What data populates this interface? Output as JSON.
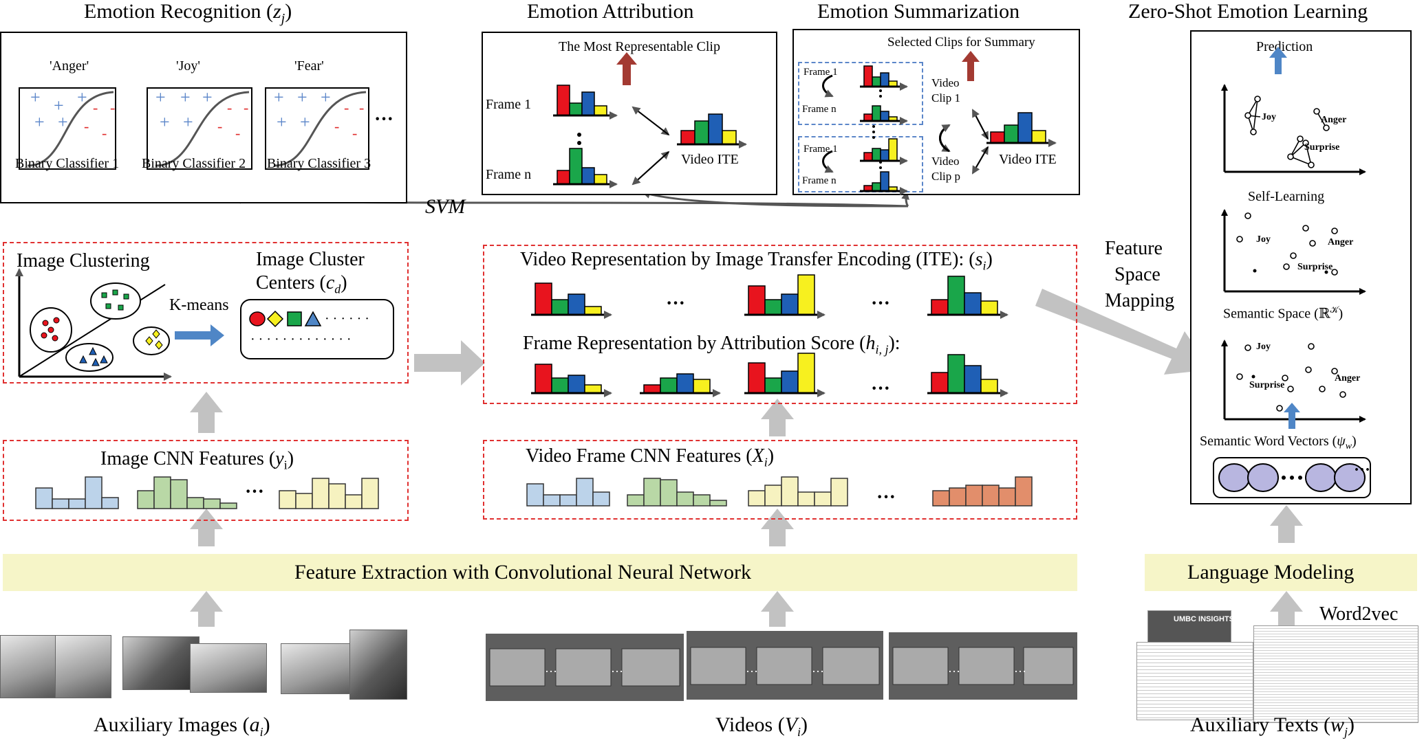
{
  "panels": {
    "emotion_recognition": {
      "title": "Emotion Recognition (",
      "title_var": "z",
      "title_sub": "j",
      "classes": [
        "'Anger'",
        "'Joy'",
        "'Fear'"
      ],
      "classifiers": [
        "Binary Classifier 1",
        "Binary Classifier 2",
        "Binary Classifier 3"
      ],
      "ellipsis": "···"
    },
    "emotion_attribution": {
      "title": "Emotion Attribution",
      "clip_label": "The Most Representable Clip",
      "frame_first": "Frame 1",
      "frame_last": "Frame n",
      "output": "Video ITE"
    },
    "emotion_summarization": {
      "title": "Emotion Summarization",
      "clip_label": "Selected Clips for Summary",
      "frame_first": "Frame 1",
      "frame_last": "Frame n",
      "clip1": [
        "Video",
        "Clip 1"
      ],
      "clipp": [
        "Video",
        "Clip p"
      ],
      "output": "Video ITE"
    },
    "zero_shot": {
      "title": "Zero-Shot Emotion Learning",
      "prediction": "Prediction",
      "self_learning": "Self-Learning",
      "semantic_space": "Semantic Space (ℝ",
      "semantic_space_sup": "𝒦",
      "semantic_word_vectors": "Semantic Word Vectors (",
      "swv_var": "ψ",
      "swv_sub": "w",
      "labels": {
        "joy": "Joy",
        "anger": "Anger",
        "surprise": "Surprise"
      },
      "ellipsis": "···"
    }
  },
  "svm_label": "SVM",
  "image_clustering": {
    "title": "Image Clustering",
    "centers_line1": "Image Cluster",
    "centers_line2": "Centers (",
    "centers_var": "c",
    "centers_sub": "d",
    "kmeans": "K-means",
    "dots1": "· · · · · ·",
    "dots2": "· · · · · · · · · · · · ·"
  },
  "video_rep": {
    "title": "Video Representation by Image Transfer Encoding (ITE): (",
    "title_var": "s",
    "title_sub": "i",
    "frame_title": "Frame Representation by Attribution Score (",
    "frame_var": "h",
    "frame_sub": "i, j",
    "ellipsis": "···"
  },
  "feature_space_mapping": [
    "Feature",
    "Space",
    "Mapping"
  ],
  "image_cnn": {
    "title": "Image CNN Features (",
    "var": "y",
    "sub": "i",
    "ellipsis": "···"
  },
  "video_cnn": {
    "title": "Video Frame CNN Features (",
    "var": "X",
    "sub": "i",
    "ellipsis": "···"
  },
  "feature_extraction": "Feature Extraction with Convolutional Neural Network",
  "language_modeling": "Language Modeling",
  "word2vec": "Word2vec",
  "inputs": {
    "images": {
      "label": "Auxiliary Images (",
      "var": "a",
      "sub": "i"
    },
    "videos": {
      "label": "Videos (",
      "var": "V",
      "sub": "i"
    },
    "texts": {
      "label": "Auxiliary Texts (",
      "var": "w",
      "sub": "j"
    }
  },
  "doc_snippet": "UMBC INSIGHTS",
  "colors": {
    "red": "#e8141e",
    "green": "#1aa64a",
    "blue": "#1f5fb5",
    "yellow": "#f7f01f",
    "plus_blue": "#5b86c9",
    "minus_red": "#e03030",
    "dashed_red": "#e03030",
    "dashed_blue": "#5b86c9",
    "grey_arrow": "#c2c2c2",
    "band": "#f6f5c8",
    "up_blue": "#4f86c6",
    "up_darkred": "#a33a32",
    "hist_lightblue": "#bcd3ea",
    "hist_lightgreen": "#b9d8a6",
    "hist_lightyellow": "#f6f2c0",
    "hist_orange": "#e28e6b"
  }
}
